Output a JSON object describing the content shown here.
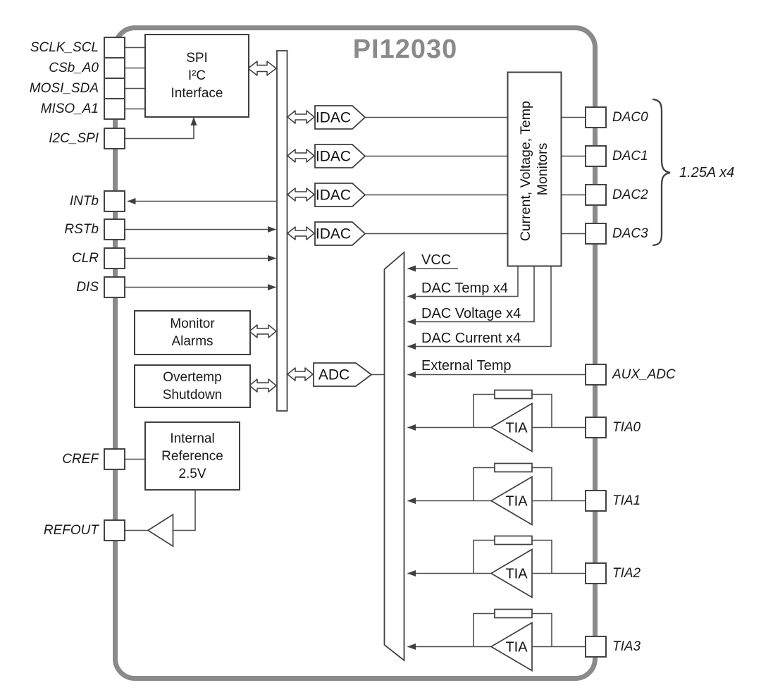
{
  "title": "PI12030",
  "colors": {
    "chip_border": "#8a8a8a",
    "title_text": "#8a8a8a",
    "line": "#4f4f4f",
    "block_border": "#3f3f3f",
    "text": "#1a1a1a",
    "fill": "#ffffff"
  },
  "left_pins": [
    "SCLK_SCL",
    "CSb_A0",
    "MOSI_SDA",
    "MISO_A1",
    "I2C_SPI",
    "INTb",
    "RSTb",
    "CLR",
    "DIS",
    "CREF",
    "REFOUT"
  ],
  "right_pins": [
    "DAC0",
    "DAC1",
    "DAC2",
    "DAC3",
    "AUX_ADC",
    "TIA0",
    "TIA1",
    "TIA2",
    "TIA3"
  ],
  "blocks": {
    "spi_interface": {
      "line1": "SPI",
      "line2": "I²C",
      "line3": "Interface"
    },
    "monitors": {
      "line1": "Current, Voltage, Temp",
      "line2": "Monitors"
    },
    "monitor_alarms": {
      "line1": "Monitor",
      "line2": "Alarms"
    },
    "overtemp_shutdown": {
      "line1": "Overtemp",
      "line2": "Shutdown"
    },
    "internal_reference": {
      "line1": "Internal",
      "line2": "Reference",
      "line3": "2.5V"
    },
    "idac": "IDAC",
    "adc": "ADC",
    "tia": "TIA"
  },
  "signals": {
    "vcc": "VCC",
    "dac_temp": "DAC Temp x4",
    "dac_voltage": "DAC Voltage x4",
    "dac_current": "DAC Current x4",
    "external_temp": "External Temp"
  },
  "annotations": {
    "dac_output_rating": "1.25A x4"
  }
}
